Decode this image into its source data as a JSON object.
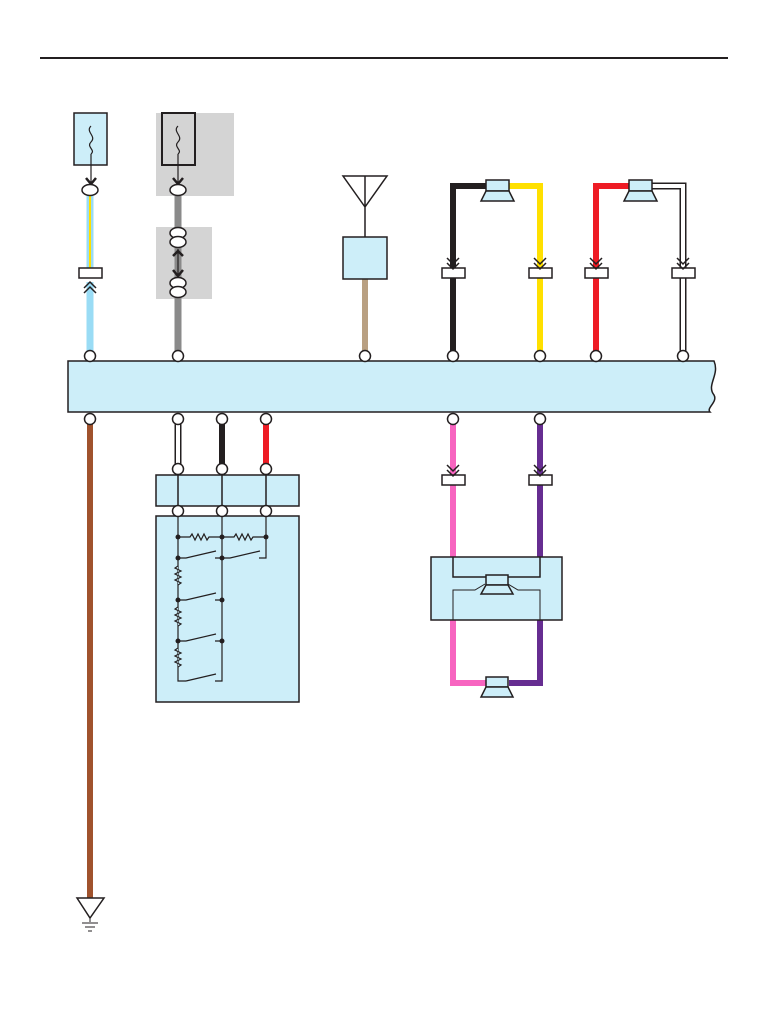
{
  "diagram": {
    "type": "wiring-diagram",
    "colors": {
      "component_fill": "#cdeef9",
      "shade": "#d4d4d4",
      "outline": "#231f20",
      "wire_light_blue": "#9adcf5",
      "wire_yellow": "#ffe000",
      "wire_gray": "#8a8a8a",
      "wire_tan": "#b9a082",
      "wire_black": "#231f20",
      "wire_red": "#ee1c25",
      "wire_white": "#ffffff",
      "wire_pink": "#f765c0",
      "wire_purple": "#662d91",
      "wire_brown": "#a0522d"
    },
    "components": [
      "fuse",
      "fuse",
      "antenna",
      "speaker",
      "speaker",
      "main-unit",
      "steering-switch",
      "amplifier-speaker",
      "speaker",
      "ground"
    ]
  }
}
